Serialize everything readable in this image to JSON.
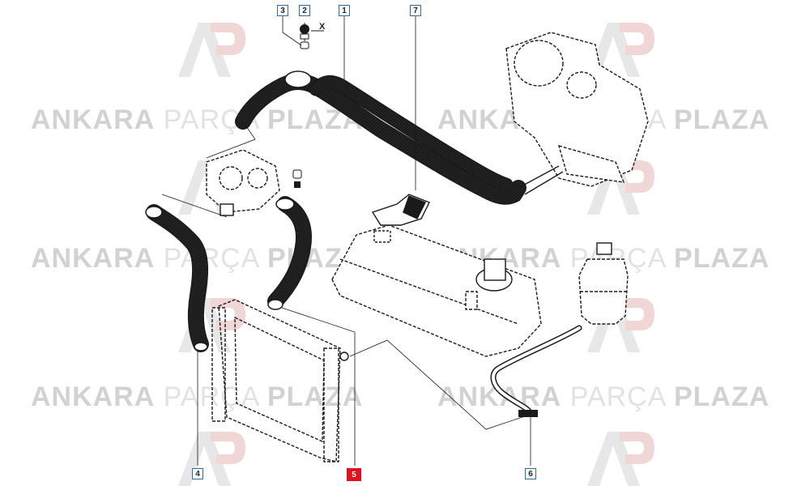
{
  "watermark": {
    "word1": "ANKARA",
    "word2": "PARÇA",
    "word3": "PLAZA",
    "logo_letters": "AP"
  },
  "callouts": [
    {
      "label": "3",
      "active": false
    },
    {
      "label": "2",
      "active": false
    },
    {
      "label": "1",
      "active": false
    },
    {
      "label": "7",
      "active": false
    },
    {
      "label": "4",
      "active": false
    },
    {
      "label": "5",
      "active": true
    },
    {
      "label": "6",
      "active": false
    }
  ],
  "axis_marker": "X",
  "colors": {
    "callout_border": "#2a6fa0",
    "callout_active": "#e0101e",
    "line": "#1a1a1a",
    "watermark": "#d6d6d6"
  }
}
